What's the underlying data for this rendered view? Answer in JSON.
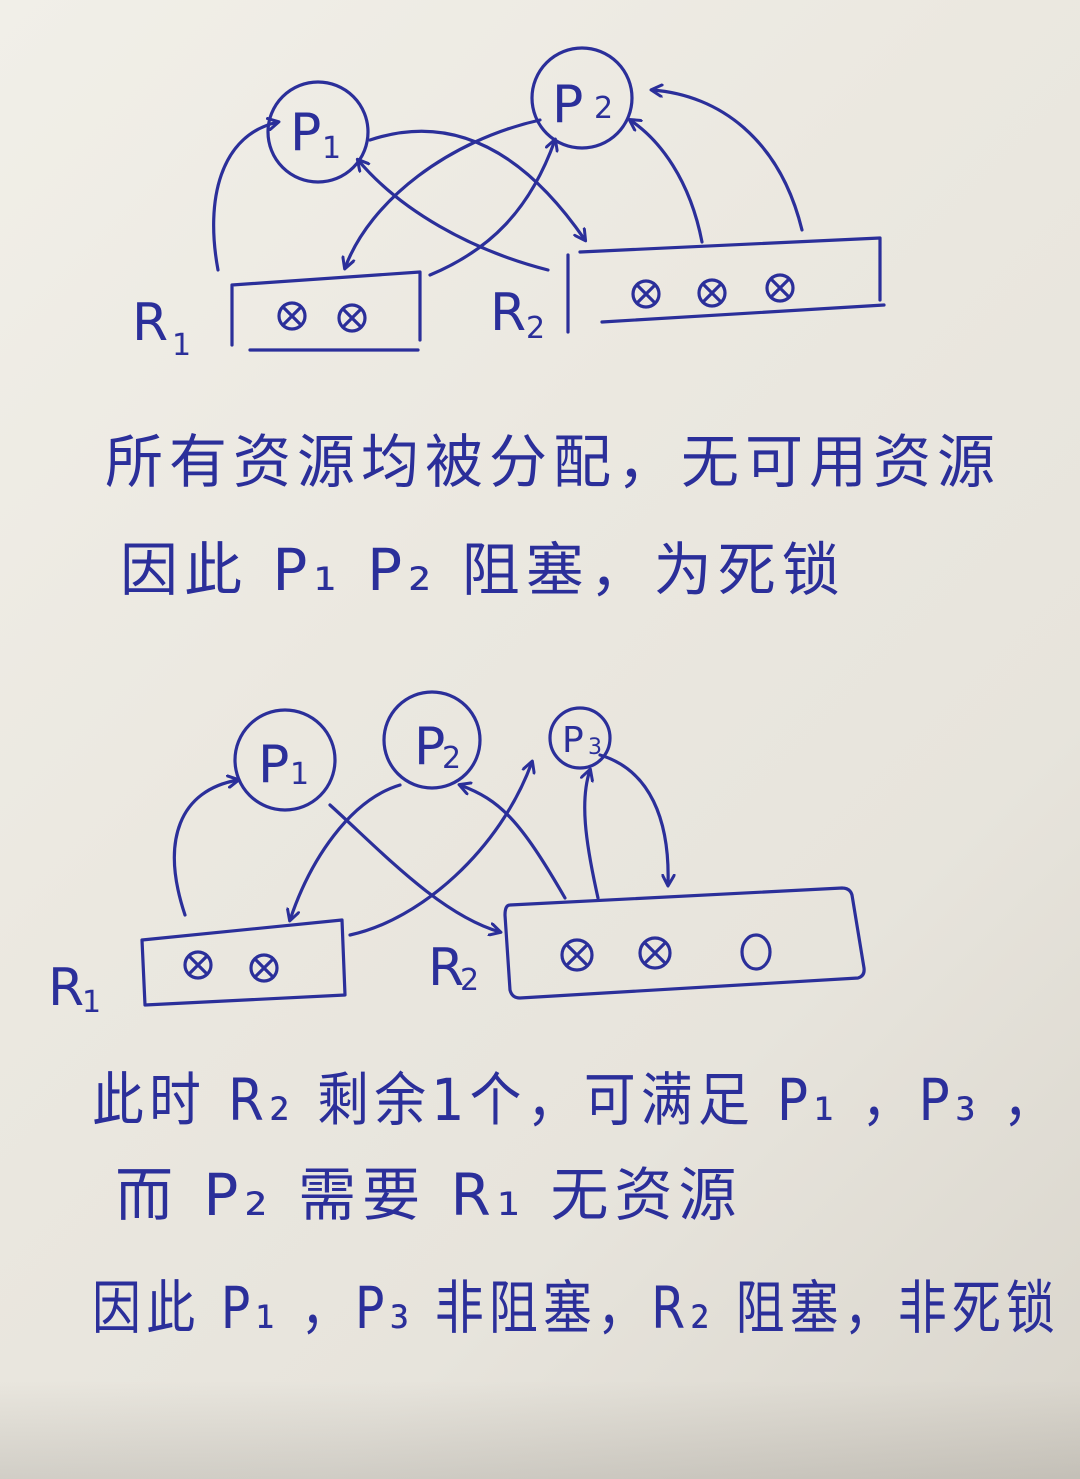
{
  "colors": {
    "ink": "#2b2f9a",
    "paper": "#ece9e1"
  },
  "diagram_1": {
    "processes": [
      {
        "label": "P",
        "sub": "1"
      },
      {
        "label": "P",
        "sub": "2"
      }
    ],
    "resources": [
      {
        "label": "R",
        "sub": "1",
        "instances": 2,
        "allocated": 2
      },
      {
        "label": "R",
        "sub": "2",
        "instances": 3,
        "allocated": 3
      }
    ],
    "note_lines": [
      "所有资源均被分配，无可用资源",
      "因此 P₁ P₂ 阻塞，为死锁"
    ]
  },
  "diagram_2": {
    "processes": [
      {
        "label": "P",
        "sub": "1"
      },
      {
        "label": "P",
        "sub": "2"
      },
      {
        "label": "P",
        "sub": "3"
      }
    ],
    "resources": [
      {
        "label": "R",
        "sub": "1",
        "instances": 2,
        "allocated": 2
      },
      {
        "label": "R",
        "sub": "2",
        "instances": 3,
        "allocated": 2
      }
    ],
    "note_lines": [
      "此时 R₂ 剩余1个，可满足 P₁ ，P₃ ，",
      "而 P₂ 需要 R₁ 无资源",
      "因此 P₁ ，P₃ 非阻塞，R₂ 阻塞，非死锁"
    ]
  }
}
